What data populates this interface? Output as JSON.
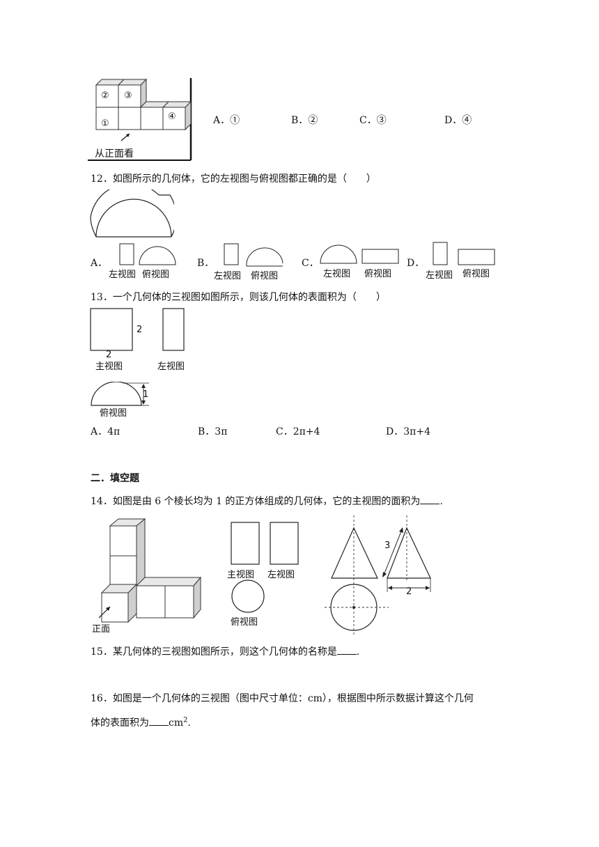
{
  "q11": {
    "cube_labels": [
      "②",
      "③",
      "①",
      "④"
    ],
    "view_label": "从正面看",
    "options": [
      {
        "letter": "A．",
        "value": "①"
      },
      {
        "letter": "B．",
        "value": "②"
      },
      {
        "letter": "C．",
        "value": "③"
      },
      {
        "letter": "D．",
        "value": "④"
      }
    ]
  },
  "q12": {
    "text": "12．如图所示的几何体，它的左视图与俯视图都正确的是（　　）",
    "options": [
      {
        "letter": "A．",
        "left_label": "左视图",
        "top_label": "俯视图"
      },
      {
        "letter": "B．",
        "left_label": "左视图",
        "top_label": "俯视图"
      },
      {
        "letter": "C．",
        "left_label": "左视图",
        "top_label": "俯视图"
      },
      {
        "letter": "D．",
        "left_label": "左视图",
        "top_label": "俯视图"
      }
    ]
  },
  "q13": {
    "text": "13．一个几何体的三视图如图所示，则该几何体的表面积为（　　）",
    "front_label": "主视图",
    "left_label": "左视图",
    "top_label": "俯视图",
    "dim_height": "2",
    "dim_width": "2",
    "dim_depth": "1",
    "options": [
      {
        "letter": "A．",
        "value": "4π"
      },
      {
        "letter": "B．",
        "value": "3π"
      },
      {
        "letter": "C．",
        "value": "2π+4"
      },
      {
        "letter": "D．",
        "value": "3π+4"
      }
    ]
  },
  "section": "二．填空题",
  "q14": {
    "text_before": "14．如图是由 6 个棱长均为 1 的正方体组成的几何体，它的主视图的面积为",
    "text_after": ".",
    "front_label": "正面"
  },
  "q15_fig": {
    "front_label": "主视图",
    "left_label": "左视图",
    "top_label": "俯视图"
  },
  "q16_fig": {
    "slant": "3",
    "base": "2"
  },
  "q15": {
    "text_before": "15．某几何体的三视图如图所示，则这个几何体的名称是",
    "text_after": "."
  },
  "q16": {
    "line1": "16．如图是一个几何体的三视图（图中尺寸单位：cm），根据图中所示数据计算这个几何",
    "line2_before": "体的表面积为",
    "unit": "cm",
    "sup": "2",
    "line2_after": "."
  }
}
